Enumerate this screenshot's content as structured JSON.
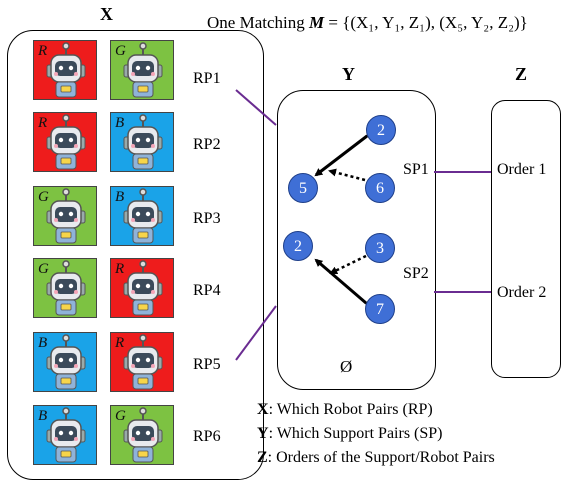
{
  "title": {
    "prefix": "One Matching ",
    "var": "M",
    "formula": " = {(X₁, Y₁, Z₁), (X₅, Y₂, Z₂)}"
  },
  "headers": {
    "x": "X",
    "y": "Y",
    "z": "Z"
  },
  "robot_pairs": [
    {
      "label": "RP1",
      "left": {
        "letter": "R",
        "color": "#ee1c1c"
      },
      "right": {
        "letter": "G",
        "color": "#7dc242"
      }
    },
    {
      "label": "RP2",
      "left": {
        "letter": "R",
        "color": "#ee1c1c"
      },
      "right": {
        "letter": "B",
        "color": "#1aa3e8"
      }
    },
    {
      "label": "RP3",
      "left": {
        "letter": "G",
        "color": "#7dc242"
      },
      "right": {
        "letter": "B",
        "color": "#1aa3e8"
      }
    },
    {
      "label": "RP4",
      "left": {
        "letter": "G",
        "color": "#7dc242"
      },
      "right": {
        "letter": "R",
        "color": "#ee1c1c"
      }
    },
    {
      "label": "RP5",
      "left": {
        "letter": "B",
        "color": "#1aa3e8"
      },
      "right": {
        "letter": "R",
        "color": "#ee1c1c"
      }
    },
    {
      "label": "RP6",
      "left": {
        "letter": "B",
        "color": "#1aa3e8"
      },
      "right": {
        "letter": "G",
        "color": "#7dc242"
      }
    }
  ],
  "support_pairs": [
    {
      "label": "SP1",
      "nodes": [
        "2",
        "5",
        "6"
      ]
    },
    {
      "label": "SP2",
      "nodes": [
        "2",
        "3",
        "7"
      ]
    }
  ],
  "empty_set": "Ø",
  "orders": [
    "Order 1",
    "Order 2"
  ],
  "legend": [
    {
      "var": "X",
      "text": ": Which Robot Pairs (RP)"
    },
    {
      "var": "Y",
      "text": ": Which Support Pairs (SP)"
    },
    {
      "var": "Z",
      "text": ": Orders of the Support/Robot Pairs"
    }
  ],
  "colors": {
    "node_fill": "#3f6fd6",
    "match_line": "#6a2c91",
    "red": "#ee1c1c",
    "green": "#7dc242",
    "blue": "#1aa3e8"
  }
}
